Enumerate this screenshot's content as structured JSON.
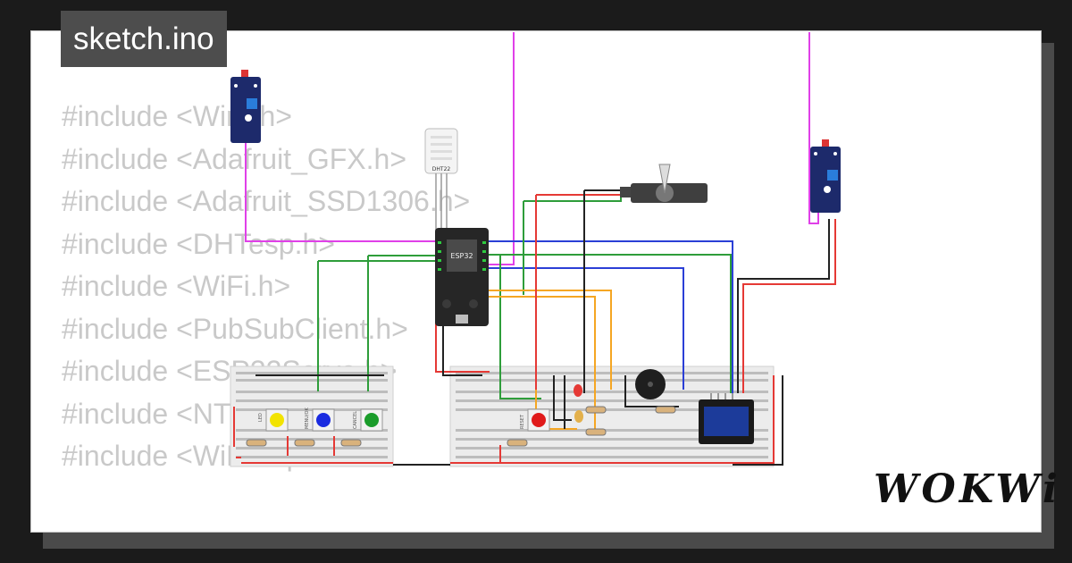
{
  "tab": {
    "filename": "sketch.ino"
  },
  "code_lines": [
    "#include <Wire.h>",
    "#include <Adafruit_GFX.h>",
    "#include <Adafruit_SSD1306.h>",
    "#include <DHTesp.h>",
    "#include <WiFi.h>",
    "#include <PubSubClient.h>",
    "#include <ESP32Servo.h>",
    "#include <NTPClient.h>",
    "#include <WiFiUdp.h>"
  ],
  "components": {
    "mcu_label": "ESP32",
    "dht_label": "DHT22",
    "button_labels": [
      "LED",
      "MENU/OK",
      "CANCEL",
      "RESET"
    ]
  },
  "brand": {
    "logo": "WOKWi"
  },
  "colors": {
    "background": "#1b1b1b",
    "card": "#ffffff",
    "tab": "#4d4d4d",
    "code_text": "#c9c9c9",
    "wire_red": "#e53935",
    "wire_green": "#2e9d3a",
    "wire_blue": "#2b3fd6",
    "wire_magenta": "#e040e8",
    "wire_orange": "#f5a623",
    "wire_black": "#222222"
  }
}
